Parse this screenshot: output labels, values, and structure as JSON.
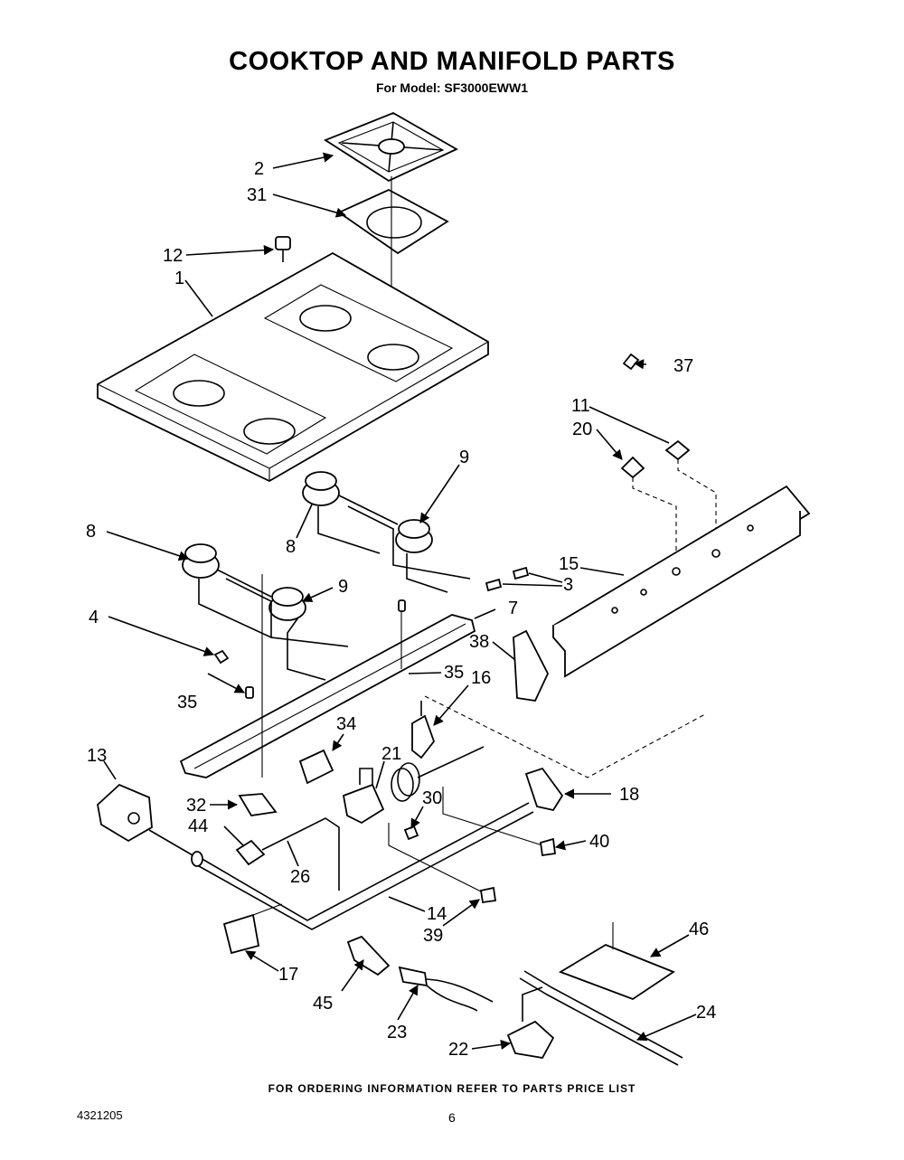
{
  "title": "COOKTOP AND MANIFOLD PARTS",
  "subtitle": "For Model: SF3000EWW1",
  "footer": "FOR ORDERING INFORMATION REFER TO PARTS PRICE LIST",
  "doc_number": "4321205",
  "page_number": "6",
  "callouts": {
    "c1": "1",
    "c2": "2",
    "c3": "3",
    "c4": "4",
    "c7": "7",
    "c8a": "8",
    "c8b": "8",
    "c9a": "9",
    "c9b": "9",
    "c11": "11",
    "c12": "12",
    "c13": "13",
    "c14": "14",
    "c15": "15",
    "c16": "16",
    "c17": "17",
    "c18": "18",
    "c20": "20",
    "c21": "21",
    "c22": "22",
    "c23": "23",
    "c24": "24",
    "c26": "26",
    "c30": "30",
    "c31": "31",
    "c32": "32",
    "c34": "34",
    "c35a": "35",
    "c35b": "35",
    "c37": "37",
    "c38": "38",
    "c39": "39",
    "c40": "40",
    "c44": "44",
    "c45": "45",
    "c46": "46"
  }
}
